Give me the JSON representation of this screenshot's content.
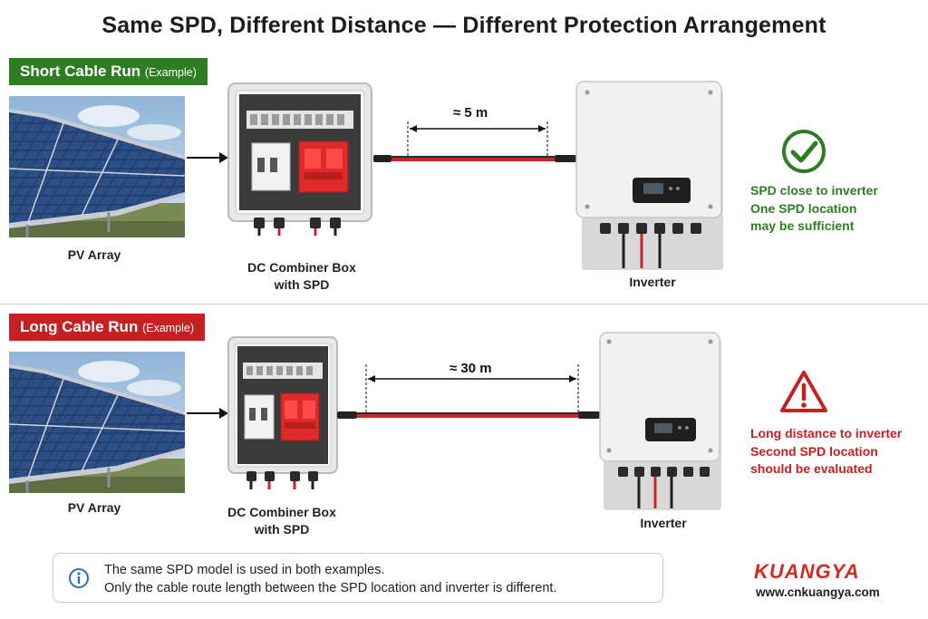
{
  "title": "Same SPD, Different Distance — Different Protection Arrangement",
  "colors": {
    "green": "#2e7d22",
    "red": "#c62022",
    "cable_red": "#c9262a"
  },
  "short_run": {
    "badge_main": "Short Cable Run",
    "badge_note": "(Example)",
    "pv_label": "PV Array",
    "combiner_label_1": "DC Combiner Box",
    "combiner_label_2": "with SPD",
    "distance": "≈ 5 m",
    "inverter_label": "Inverter",
    "status_icon": "check-circle-icon",
    "status_lines": [
      "SPD close to inverter",
      "One SPD location",
      "may be sufficient"
    ]
  },
  "long_run": {
    "badge_main": "Long Cable Run",
    "badge_note": "(Example)",
    "pv_label": "PV Array",
    "combiner_label_1": "DC Combiner Box",
    "combiner_label_2": "with SPD",
    "distance": "≈ 30 m",
    "inverter_label": "Inverter",
    "status_icon": "warning-triangle-icon",
    "status_lines": [
      "Long distance to inverter",
      "Second SPD location",
      "should be evaluated"
    ]
  },
  "note": {
    "icon": "info-icon",
    "line_1": "The same SPD model is used in both examples.",
    "line_2": "Only the cable route length between the SPD location and inverter is different."
  },
  "brand": {
    "logo": "KUANGYA",
    "url": "www.cnkuangya.com"
  }
}
